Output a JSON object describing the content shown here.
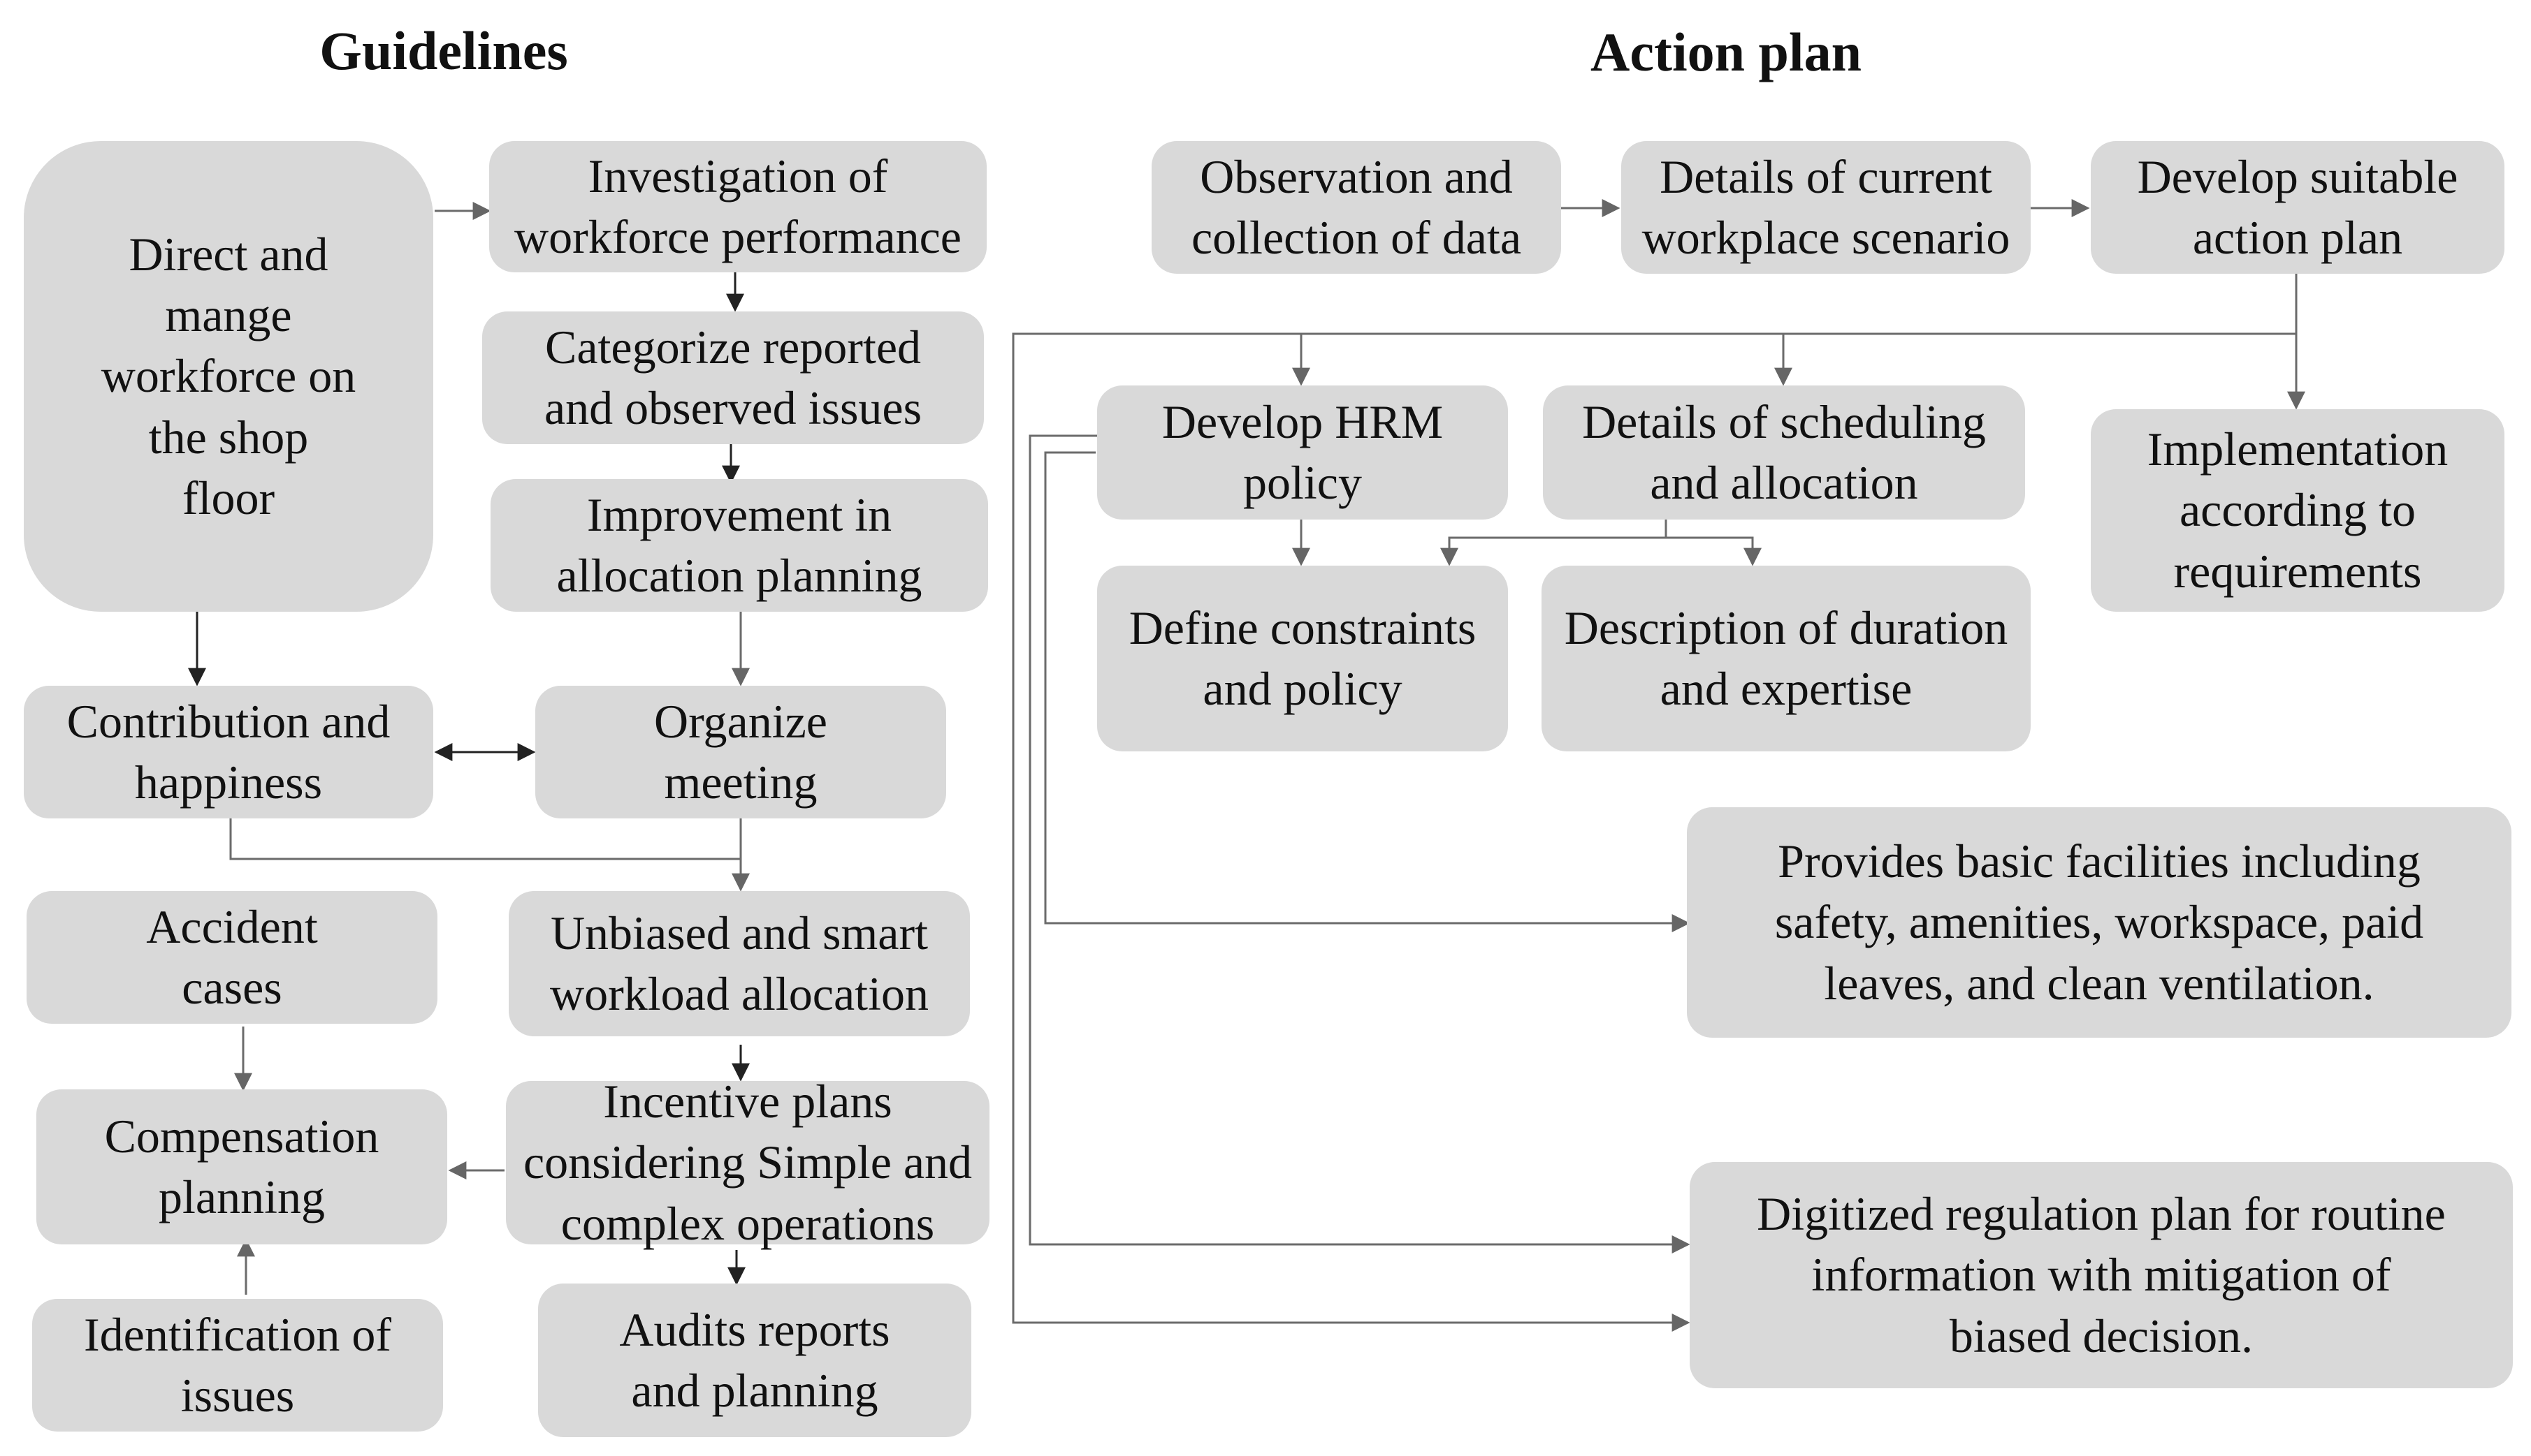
{
  "titles": {
    "guidelines": "Guidelines",
    "action_plan": "Action plan"
  },
  "guidelines": {
    "direct_manage": "Direct and\nmange\nworkforce on\nthe shop\nfloor",
    "investigation": "Investigation of\nworkforce performance",
    "categorize": "Categorize reported\nand observed issues",
    "improvement": "Improvement in\nallocation planning",
    "contribution": "Contribution and\nhappiness",
    "organize": "Organize\nmeeting",
    "accident": "Accident\ncases",
    "unbiased": "Unbiased and smart\nworkload allocation",
    "compensation": "Compensation\nplanning",
    "incentive": "Incentive plans\nconsidering Simple and\ncomplex operations",
    "identification": "Identification of\nissues",
    "audits": "Audits reports\nand planning"
  },
  "action_plan": {
    "observation": "Observation and\ncollection of data",
    "details_current": "Details of current\nworkplace scenario",
    "develop_suitable": "Develop suitable\naction plan",
    "develop_hrm": "Develop HRM\npolicy",
    "details_scheduling": "Details of scheduling\nand allocation",
    "implementation": "Implementation\naccording to\nrequirements",
    "define_constraints": "Define constraints\nand policy",
    "description_duration": "Description of duration\nand expertise",
    "provides_facilities": "Provides basic facilities including\nsafety, amenities, workspace, paid\nleaves, and clean ventilation.",
    "digitized_regulation": "Digitized regulation plan for routine\ninformation with mitigation of\nbiased decision."
  },
  "colors": {
    "box_fill": "#d9d9d9",
    "connector": "#6b6b6b",
    "text": "#111111"
  }
}
